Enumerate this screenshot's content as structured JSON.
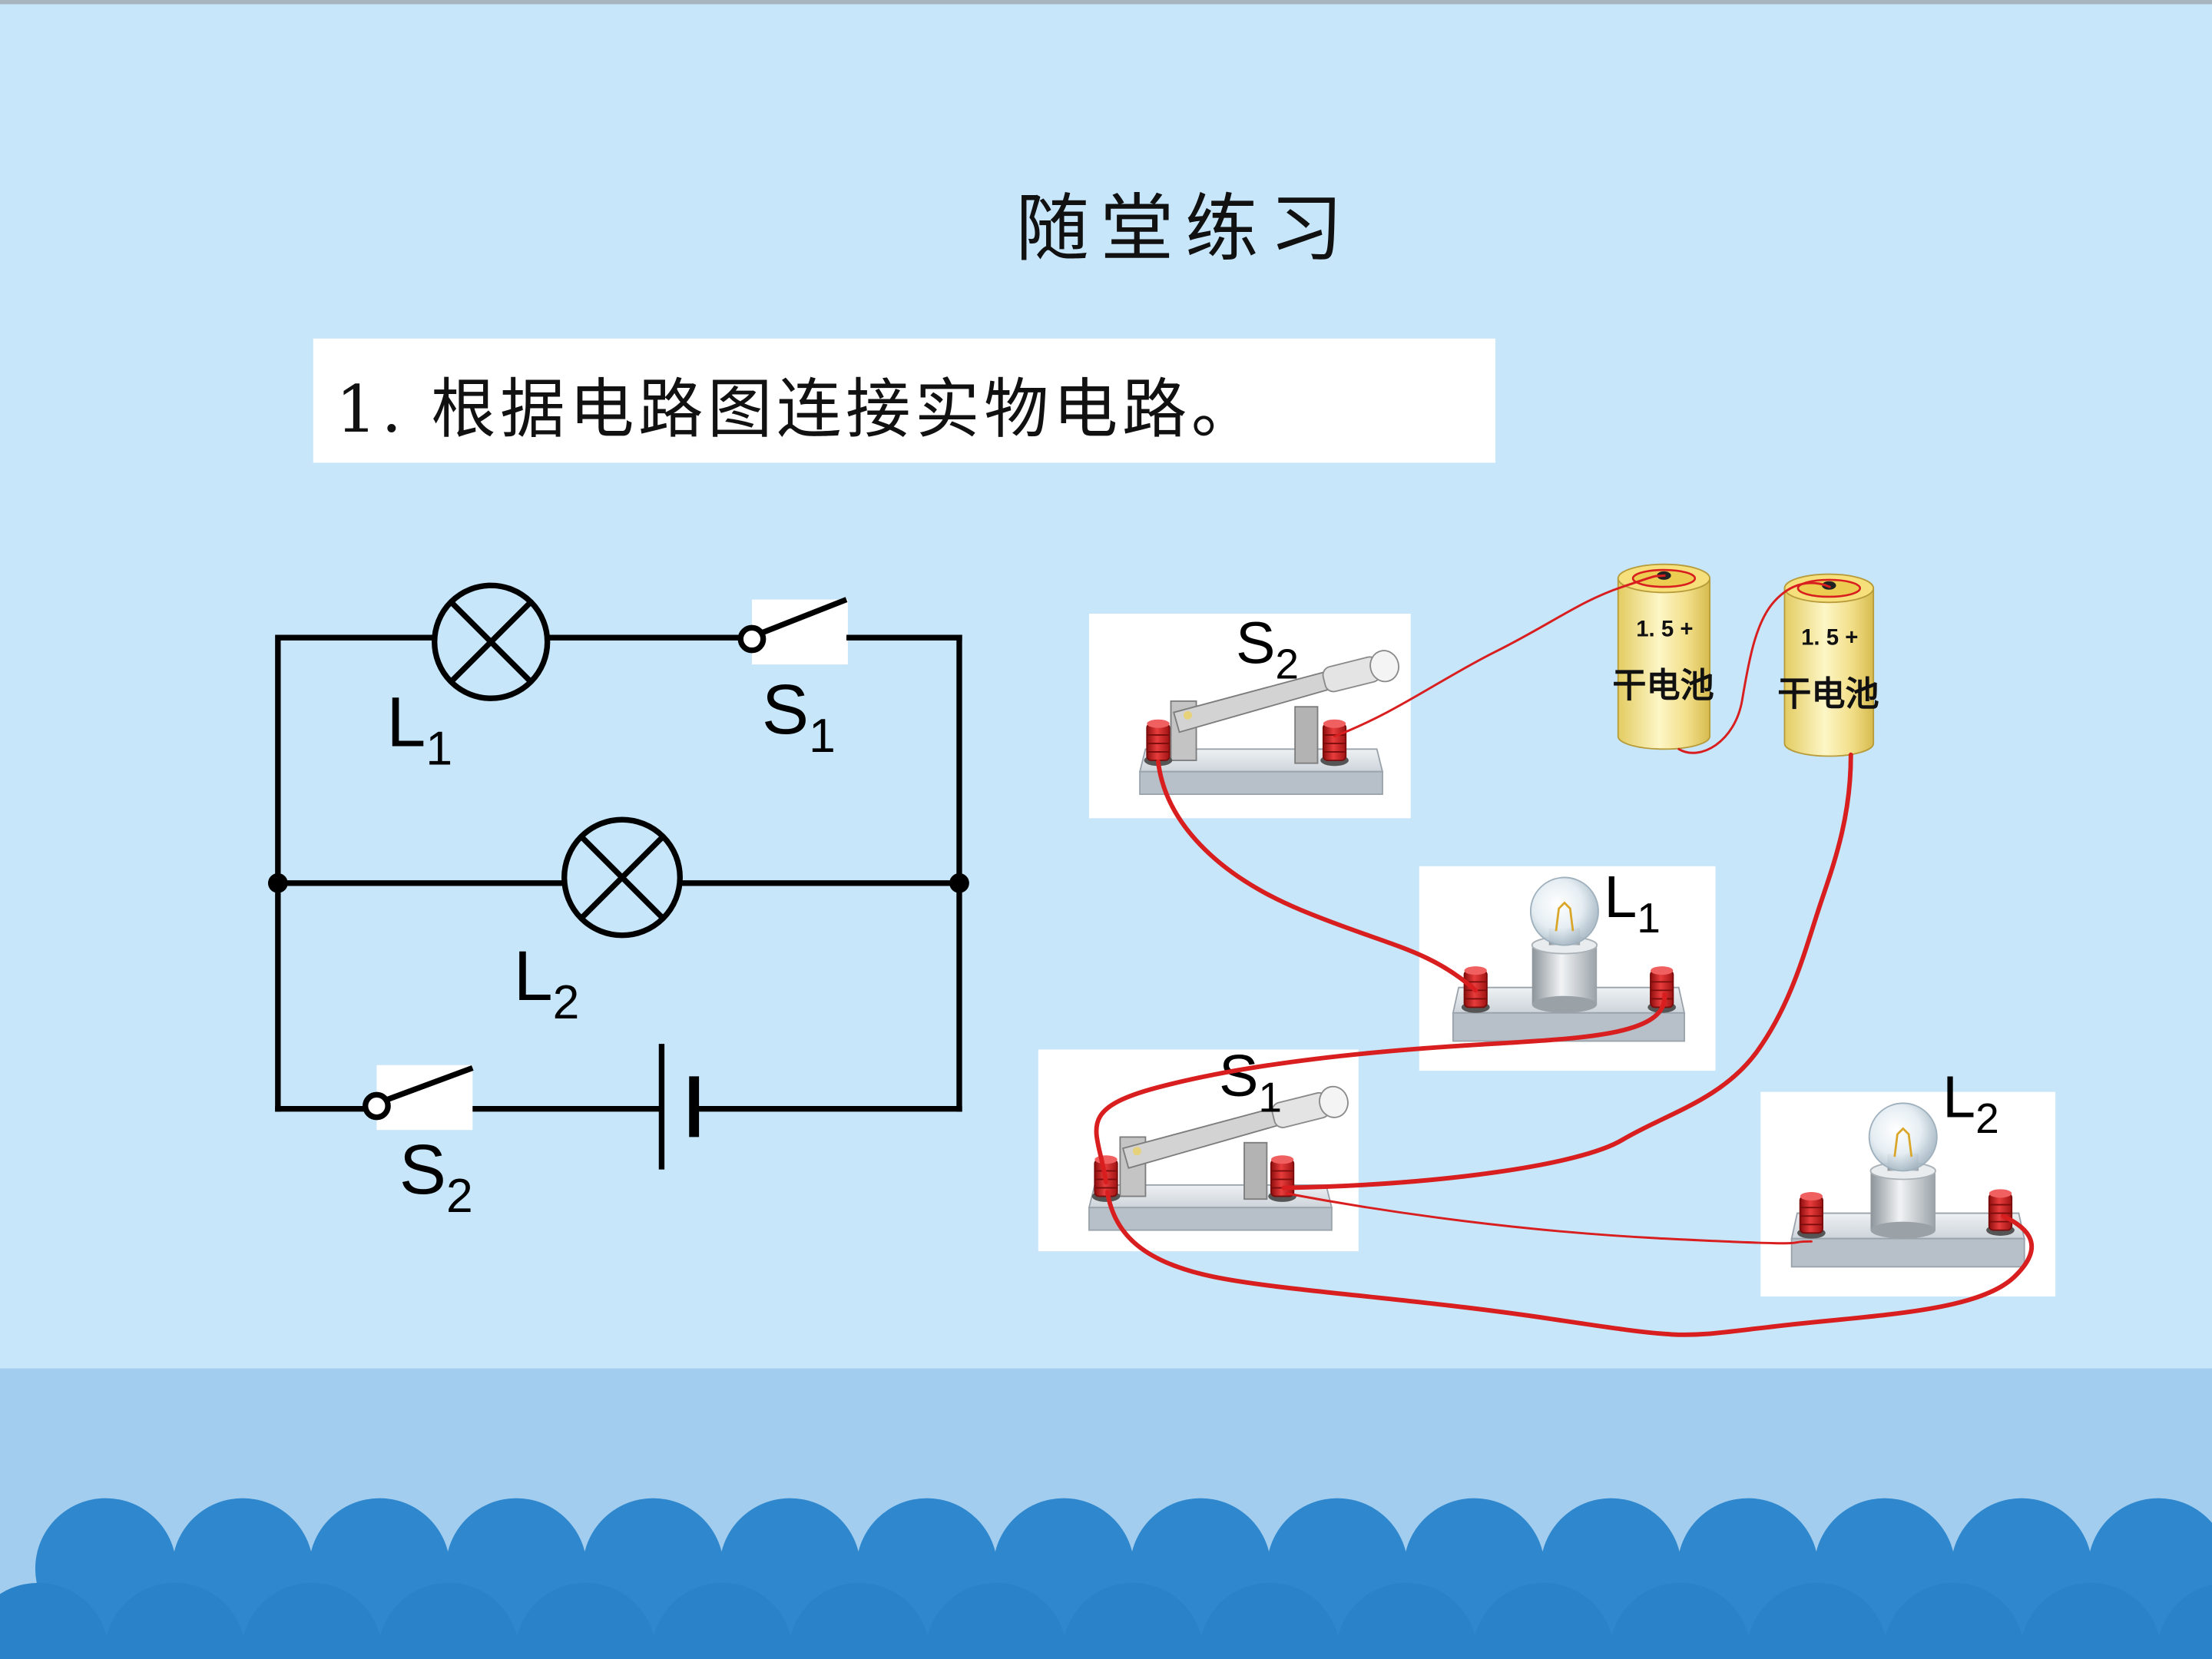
{
  "slide": {
    "title": "随堂练习",
    "question": "1. 根据电路图连接实物电路。"
  },
  "schematic": {
    "l1": {
      "main": "L",
      "sub": "1"
    },
    "s1": {
      "main": "S",
      "sub": "1"
    },
    "l2": {
      "main": "L",
      "sub": "2"
    },
    "s2": {
      "main": "S",
      "sub": "2"
    }
  },
  "photos": {
    "switch_s2": {
      "main": "S",
      "sub": "2"
    },
    "lamp_l1": {
      "main": "L",
      "sub": "1"
    },
    "switch_s1": {
      "main": "S",
      "sub": "1"
    },
    "lamp_l2": {
      "main": "L",
      "sub": "2"
    },
    "batteries": [
      {
        "voltage": "1. 5 +",
        "name": "干电池"
      },
      {
        "voltage": "1. 5 +",
        "name": "干电池"
      }
    ]
  },
  "colors": {
    "background": "#c7e6f9",
    "band": "#a3cdee",
    "wave_front": "#2f88cd",
    "wave_back": "#2a82c8",
    "wire": "#d81e1e",
    "circuit_line": "#000000"
  }
}
